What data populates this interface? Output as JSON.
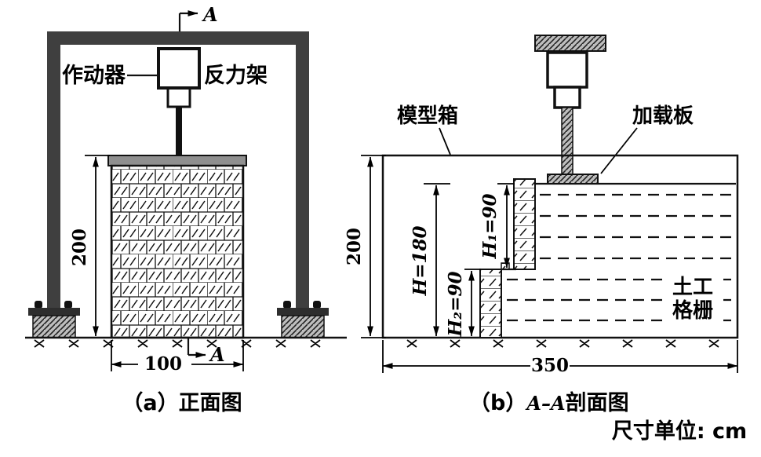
{
  "figure": {
    "unit_note": "尺寸单位: cm"
  },
  "front_view": {
    "caption": "（a）正面图",
    "section_label_top": "A",
    "section_label_bottom": "A",
    "actuator_label": "作动器",
    "reaction_frame_label": "反力架",
    "dim_height": "200",
    "dim_width": "100"
  },
  "section_view": {
    "caption_prefix": "（b）",
    "caption_section": "A–A",
    "caption_suffix": "剖面图",
    "model_box_label": "模型箱",
    "loading_plate_label": "加载板",
    "geogrid_label_line1": "土工",
    "geogrid_label_line2": "格栅",
    "dim_box_height": "200",
    "dim_wall_total": "H=180",
    "dim_upper_tier": "H₁=90",
    "dim_lower_tier": "H₂=90",
    "dim_box_width": "350"
  }
}
